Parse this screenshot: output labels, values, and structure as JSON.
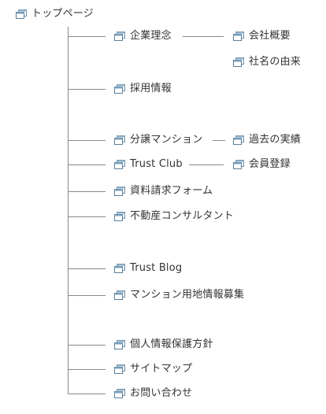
{
  "sitemap": {
    "root": {
      "label": "トップページ",
      "icon": "page-icon"
    },
    "items": [
      {
        "label": "企業理念",
        "icon": "page-icon",
        "children": [
          {
            "label": "会社概要",
            "icon": "page-icon"
          },
          {
            "label": "社名の由来",
            "icon": "page-icon"
          }
        ]
      },
      {
        "label": "採用情報",
        "icon": "page-icon"
      },
      {
        "label": "分譲マンション",
        "icon": "page-icon",
        "children": [
          {
            "label": "過去の実績",
            "icon": "page-icon"
          }
        ]
      },
      {
        "label": "Trust Club",
        "icon": "page-icon",
        "children": [
          {
            "label": "会員登録",
            "icon": "page-icon"
          }
        ]
      },
      {
        "label": "資料請求フォーム",
        "icon": "page-icon"
      },
      {
        "label": "不動産コンサルタント",
        "icon": "page-icon"
      },
      {
        "label": "Trust Blog",
        "icon": "page-icon"
      },
      {
        "label": "マンション用地情報募集",
        "icon": "page-icon"
      },
      {
        "label": "個人情報保護方針",
        "icon": "page-icon"
      },
      {
        "label": "サイトマップ",
        "icon": "page-icon"
      },
      {
        "label": "お問い合わせ",
        "icon": "page-icon"
      }
    ],
    "colors": {
      "line": "#888888",
      "icon": "#5a7f9a",
      "text": "#333333"
    }
  }
}
